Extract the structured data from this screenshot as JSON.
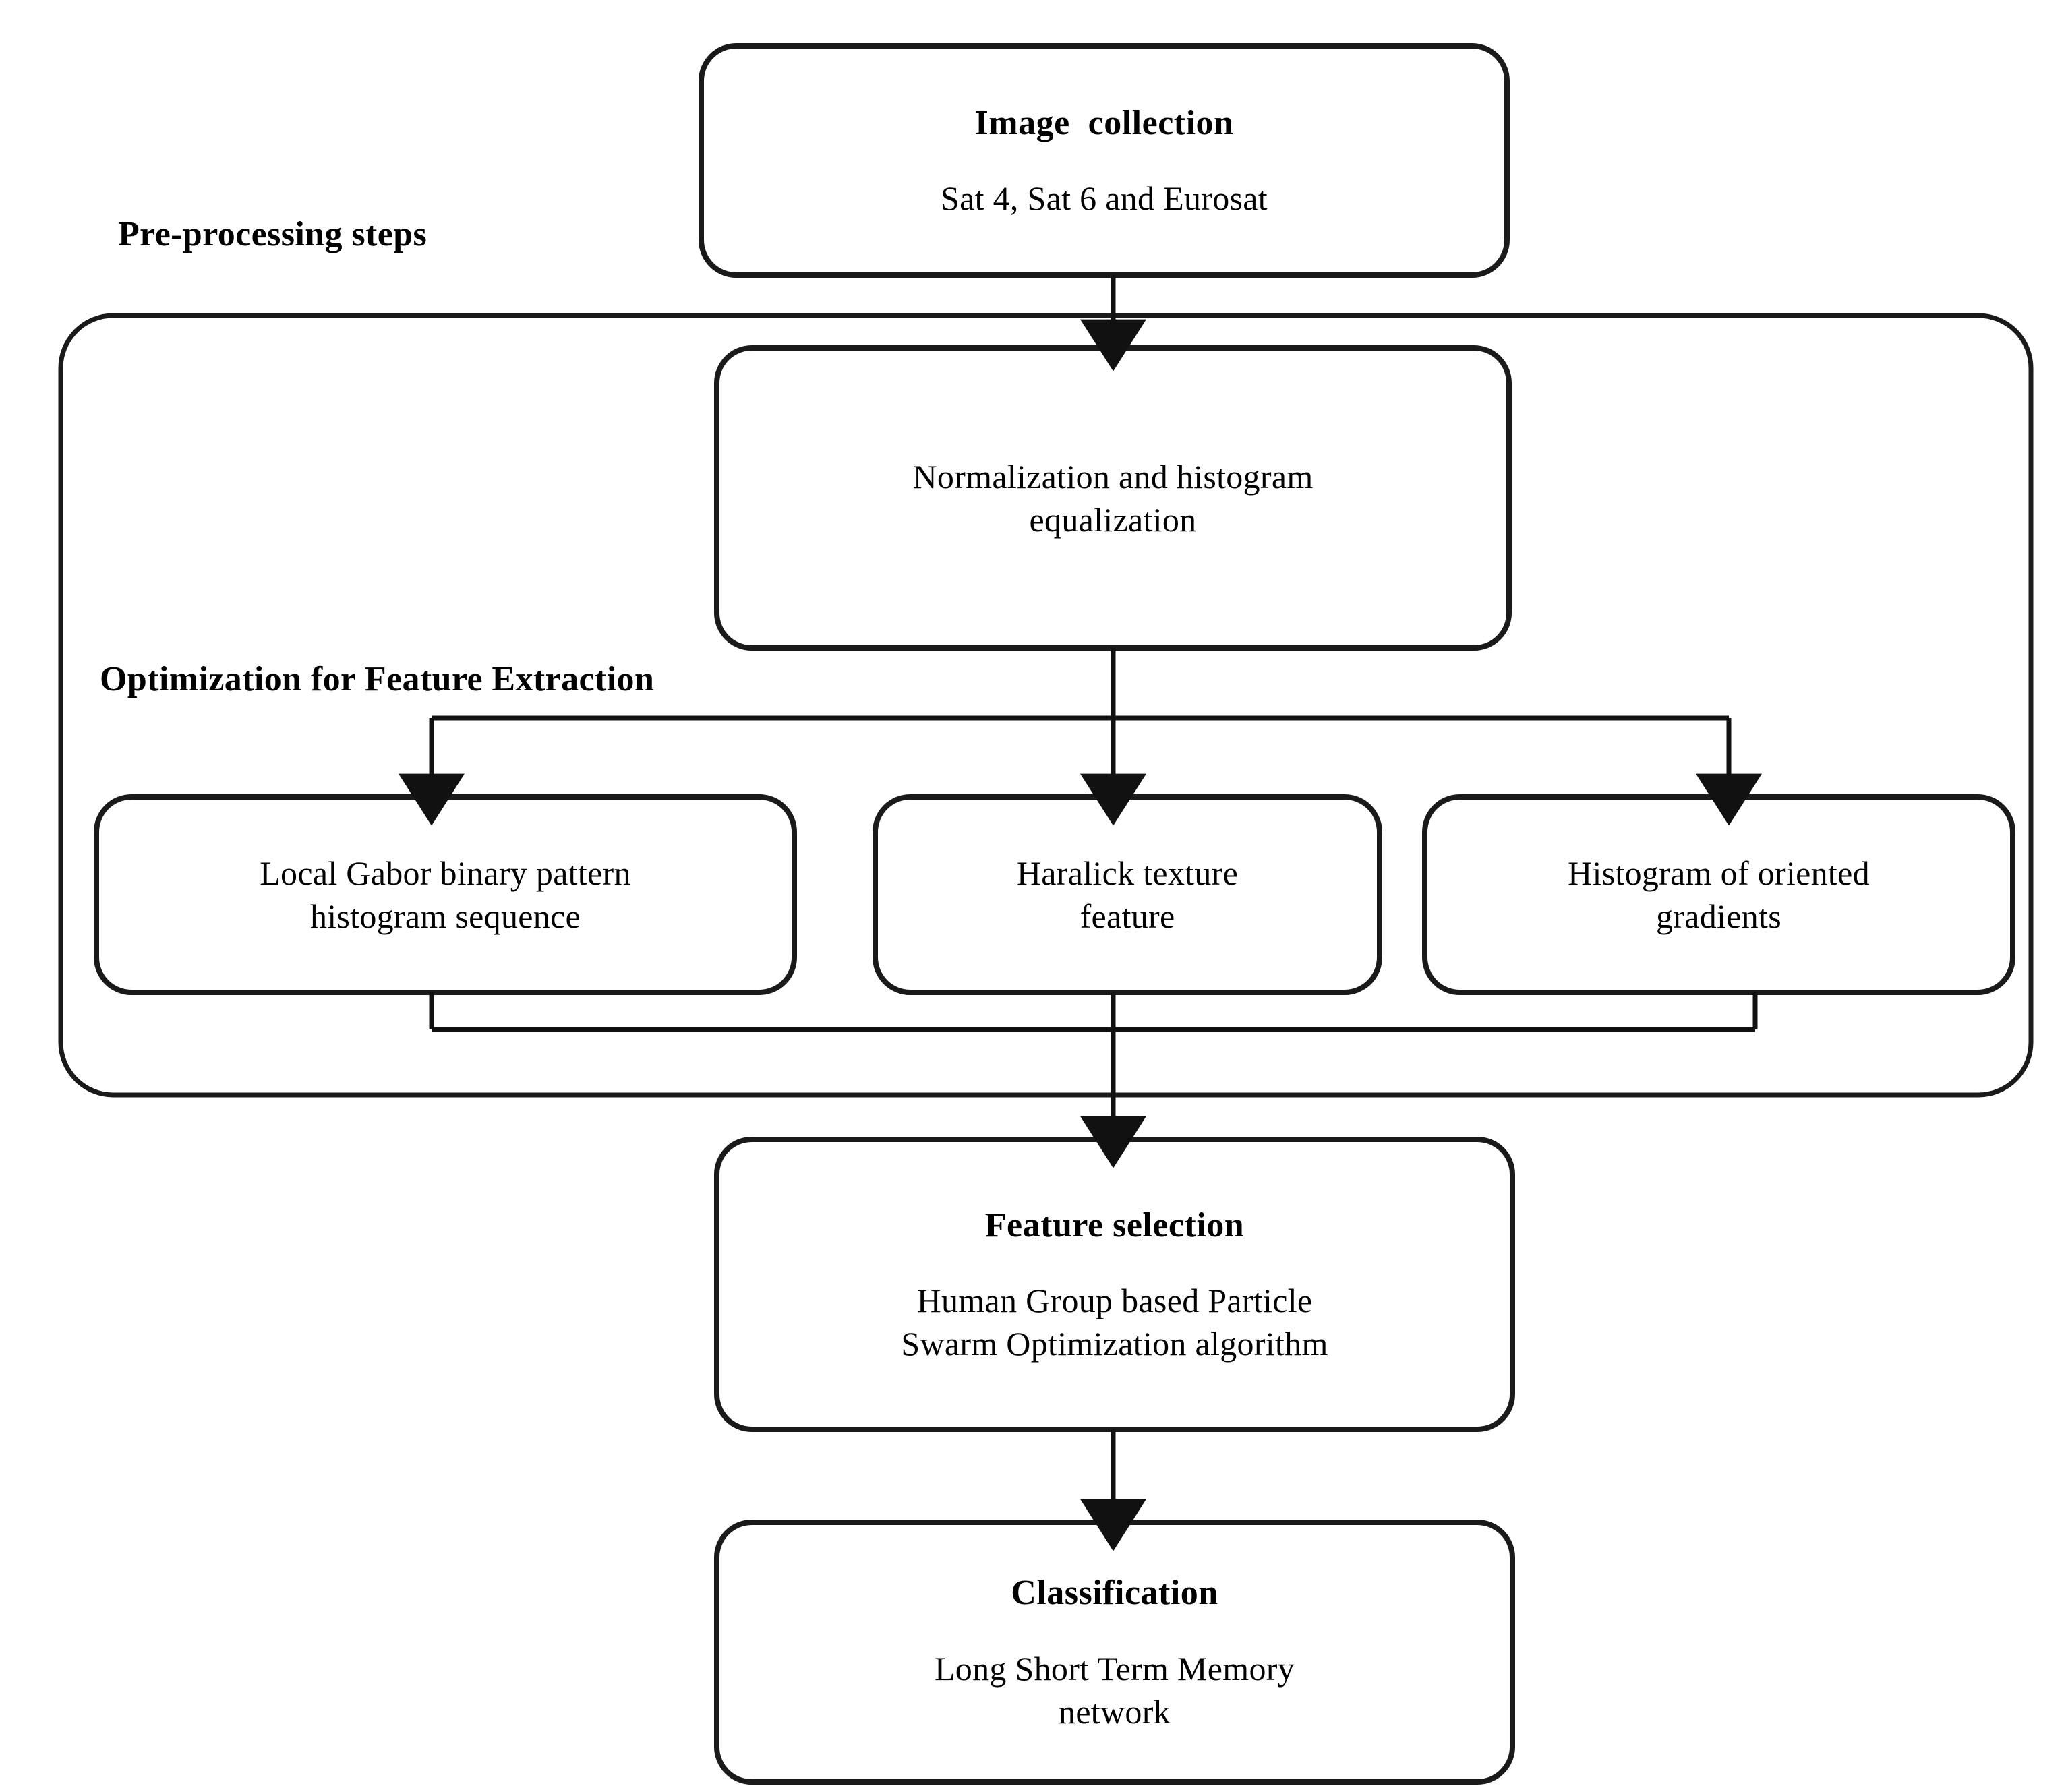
{
  "diagram": {
    "type": "flowchart",
    "orientation": "top-to-bottom",
    "labels": {
      "preprocessing": "Pre-processing steps",
      "optimization": "Optimization for Feature Extraction"
    },
    "nodes": {
      "image_collection": {
        "title": "Image  collection",
        "body": "Sat 4, Sat 6 and Eurosat"
      },
      "normalization": {
        "title": "",
        "body_line1": "Normalization  and  histogram",
        "body_line2": "equalization"
      },
      "lgbphs": {
        "body_line1": "Local Gabor binary pattern",
        "body_line2": "histogram sequence"
      },
      "haralick": {
        "body_line1": "Haralick  texture",
        "body_line2": "feature"
      },
      "hog": {
        "body_line1": "Histogram  of  oriented",
        "body_line2": "gradients"
      },
      "feature_selection": {
        "title": "Feature selection",
        "body_line1": "Human Group based Particle",
        "body_line2": "Swarm Optimization algorithm"
      },
      "classification": {
        "title": "Classification",
        "body_line1": "Long  Short Term  Memory",
        "body_line2": "network"
      }
    },
    "colors": {
      "stroke": "#1a1a1a",
      "fill": "#ffffff",
      "text": "#000000"
    }
  }
}
